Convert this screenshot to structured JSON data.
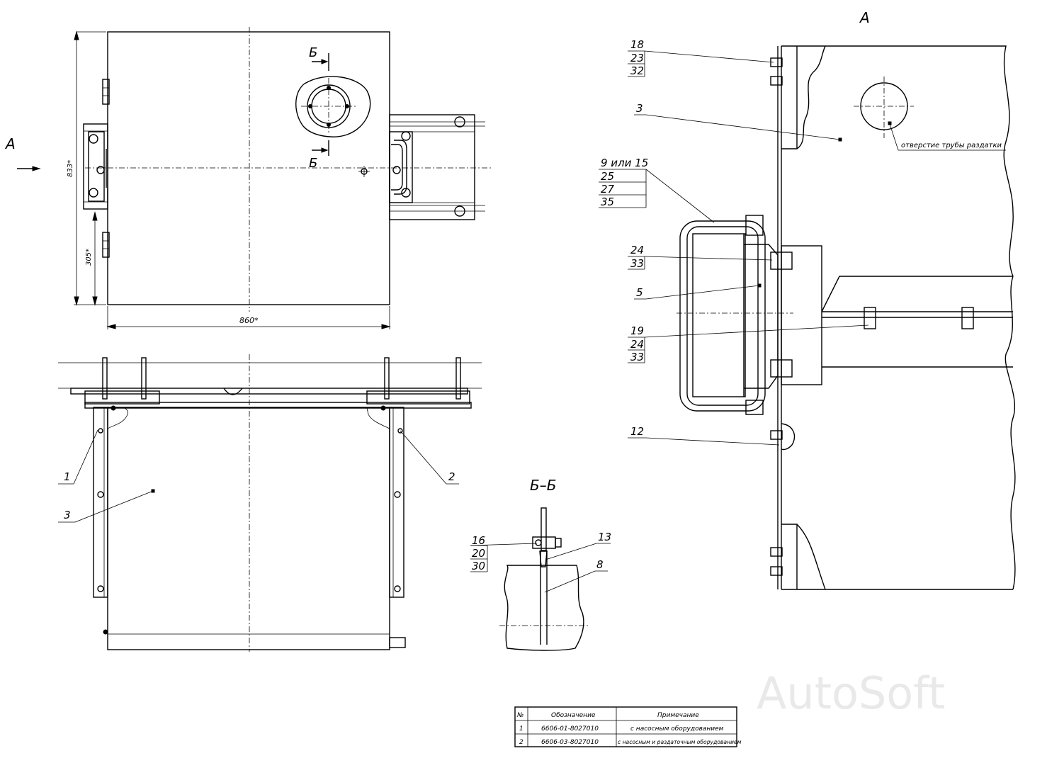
{
  "views": {
    "label_a_left": "А",
    "label_a_detail": "А",
    "section_mark_top": "Б",
    "section_mark_bottom": "Б",
    "section_title": "Б–Б"
  },
  "dimensions": {
    "width": "860*",
    "height": "833*",
    "offset": "305*"
  },
  "callouts": {
    "c1": "1",
    "c2": "2",
    "c3_front": "3",
    "c3_detail": "3",
    "c5": "5",
    "c12": "12",
    "c8": "8",
    "c13": "13",
    "stack18": [
      "18",
      "23",
      "32"
    ],
    "stack9": [
      "9 или 15",
      "25",
      "27",
      "35"
    ],
    "stack24": [
      "24",
      "33"
    ],
    "stack19": [
      "19",
      "24",
      "33"
    ],
    "stack16": [
      "16",
      "20",
      "30"
    ]
  },
  "annotation": "отверстие трубы раздатки",
  "table": {
    "headers": [
      "№",
      "Обозначение",
      "Примечание"
    ],
    "rows": [
      [
        "1",
        "6606-01-8027010",
        "с насосным оборудованием"
      ],
      [
        "2",
        "6606-03-8027010",
        "с насосным и раздаточным оборудованием"
      ]
    ]
  },
  "watermark": "AutoSoft"
}
